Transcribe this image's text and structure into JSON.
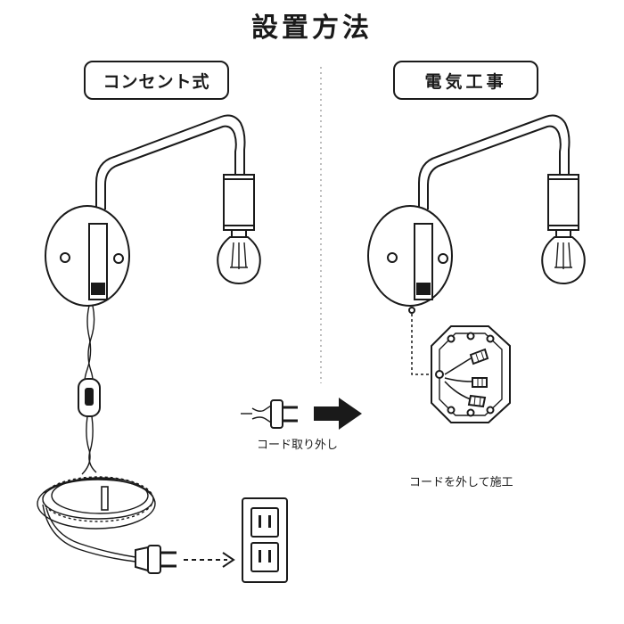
{
  "title": "設置方法",
  "left_method": {
    "label": "コンセント式"
  },
  "right_method": {
    "label": "電気工事"
  },
  "unplug_caption": "コード取り外し",
  "hardwire_caption": "コードを外して施工",
  "colors": {
    "line": "#1a1a1a",
    "background": "#ffffff",
    "fixture_fill": "#ffffff",
    "dark_fill": "#1a1a1a"
  },
  "icons": [
    "wall-lamp-icon",
    "plug-icon",
    "outlet-icon",
    "junction-box-icon",
    "arrow-right-icon",
    "toggle-switch-icon"
  ]
}
